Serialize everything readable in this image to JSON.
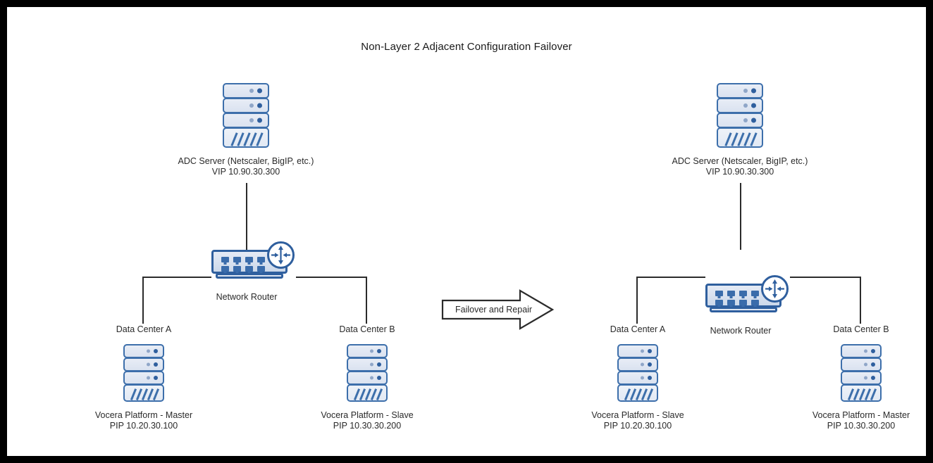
{
  "diagram": {
    "title": "Non-Layer 2 Adjacent Configuration Failover",
    "border_color": "#000000",
    "canvas_color": "#ffffff",
    "accent_color": "#2f5f9e",
    "icon_fill": "#e8edf6",
    "line_color": "#2b2b2b"
  },
  "transition": {
    "label": "Failover and Repair",
    "icon": "right-block-arrow-icon"
  },
  "groups": [
    {
      "id": "before",
      "adc": {
        "icon": "server-icon",
        "line1": "ADC Server (Netscaler, BigIP, etc.)",
        "line2": "VIP 10.90.30.300"
      },
      "router": {
        "icon": "network-switch-icon",
        "label": "Network Router"
      },
      "sites": [
        {
          "site_label": "Data Center A",
          "icon": "server-icon",
          "line1": "Vocera Platform - Master",
          "line2": "PIP 10.20.30.100"
        },
        {
          "site_label": "Data Center B",
          "icon": "server-icon",
          "line1": "Vocera Platform - Slave",
          "line2": "PIP 10.30.30.200"
        }
      ]
    },
    {
      "id": "after",
      "adc": {
        "icon": "server-icon",
        "line1": "ADC Server (Netscaler, BigIP, etc.)",
        "line2": "VIP 10.90.30.300"
      },
      "router": {
        "icon": "network-switch-icon",
        "label": "Network Router"
      },
      "sites": [
        {
          "site_label": "Data Center A",
          "icon": "server-icon",
          "line1": "Vocera Platform - Slave",
          "line2": "PIP 10.20.30.100"
        },
        {
          "site_label": "Data Center B",
          "icon": "server-icon",
          "line1": "Vocera Platform - Master",
          "line2": "PIP 10.30.30.200"
        }
      ]
    }
  ]
}
